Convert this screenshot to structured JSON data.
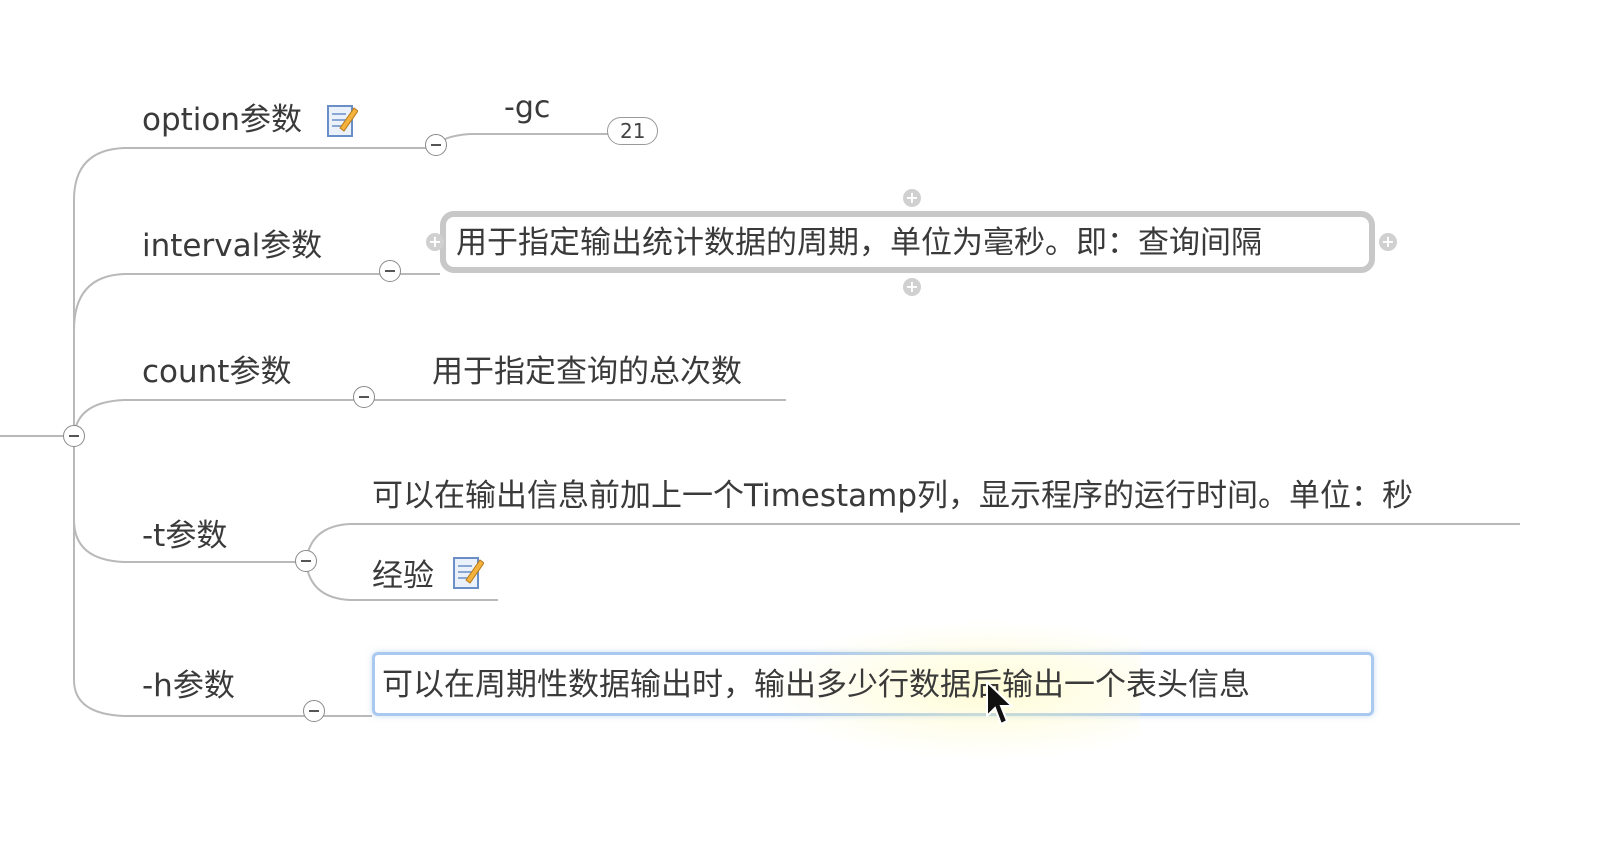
{
  "mindmap": {
    "nodes": [
      {
        "label": "option参数"
      },
      {
        "label": "interval参数"
      },
      {
        "label": "count参数"
      },
      {
        "label": "-t参数"
      },
      {
        "label": "-h参数"
      }
    ],
    "option_child": {
      "label": "-gc",
      "badge": "21"
    },
    "interval_child": {
      "label": "用于指定输出统计数据的周期，单位为毫秒。即：查询间隔"
    },
    "count_child": {
      "label": "用于指定查询的总次数"
    },
    "t_children": [
      {
        "label": "可以在输出信息前加上一个Timestamp列，显示程序的运行时间。单位：秒"
      },
      {
        "label": "经验"
      }
    ],
    "h_child": {
      "label": "可以在周期性数据输出时，输出多少行数据后输出一个表头信息"
    }
  },
  "colors": {
    "line": "#b8b8b8",
    "selected_border": "#c8c8c8",
    "edit_border": "#aac9ee"
  },
  "icons": [
    "note-icon",
    "collapse-icon",
    "cursor-icon"
  ]
}
